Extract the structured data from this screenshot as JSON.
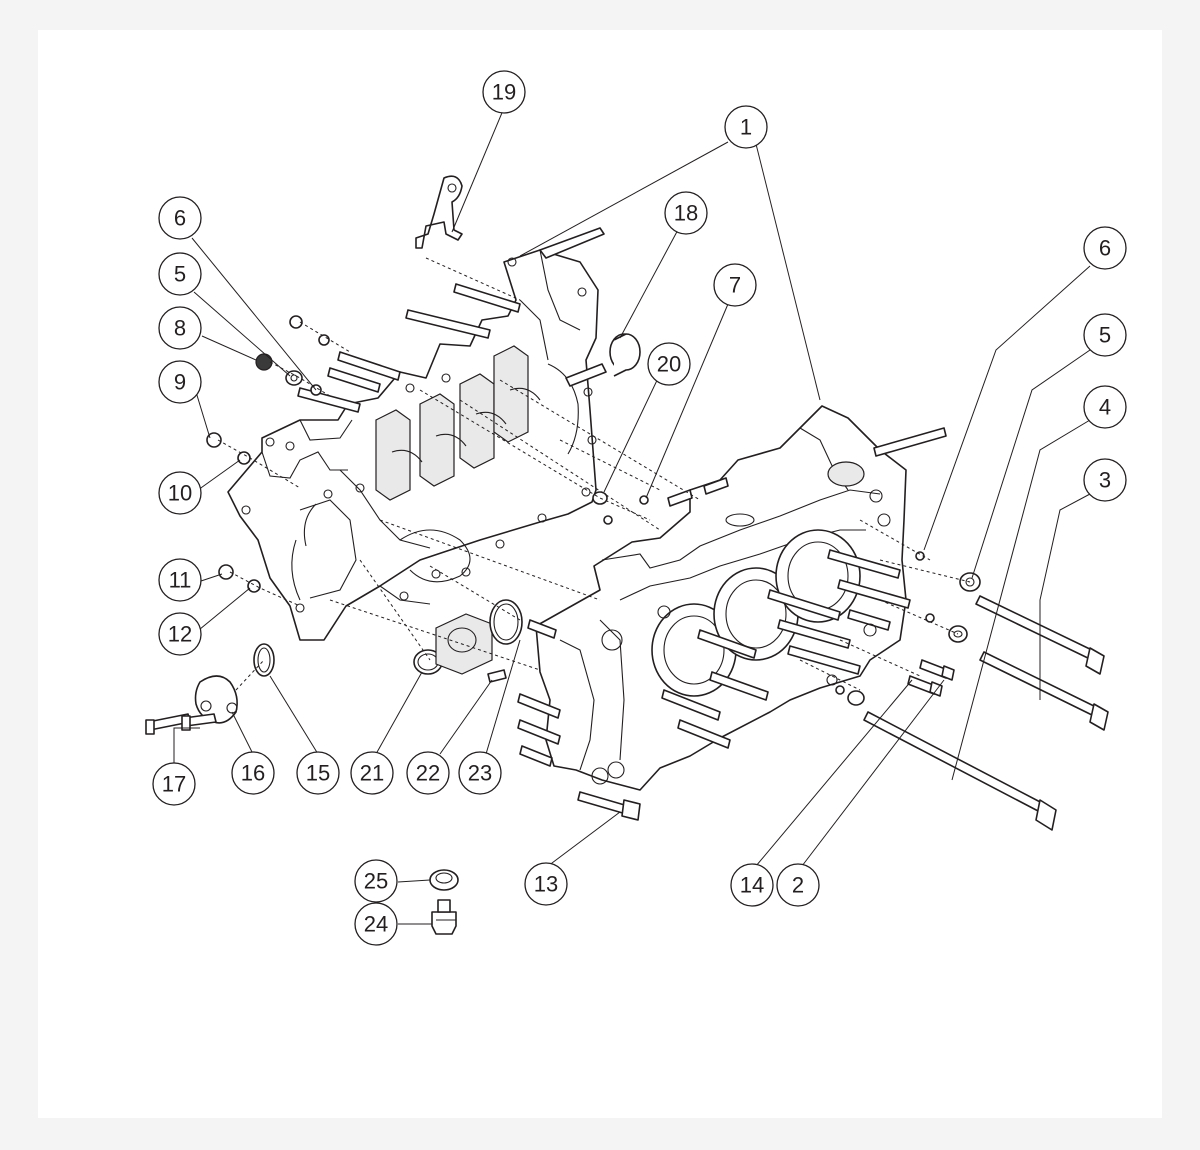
{
  "diagram": {
    "callouts": [
      "19",
      "1",
      "18",
      "6",
      "5",
      "8",
      "9",
      "10",
      "7",
      "20",
      "6",
      "5",
      "4",
      "3",
      "11",
      "12",
      "15",
      "16",
      "17",
      "21",
      "22",
      "23",
      "13",
      "14",
      "2",
      "25",
      "24"
    ]
  },
  "colors": {
    "ink": "#231f20",
    "paper": "#ffffff",
    "background": "#f4f4f4"
  }
}
